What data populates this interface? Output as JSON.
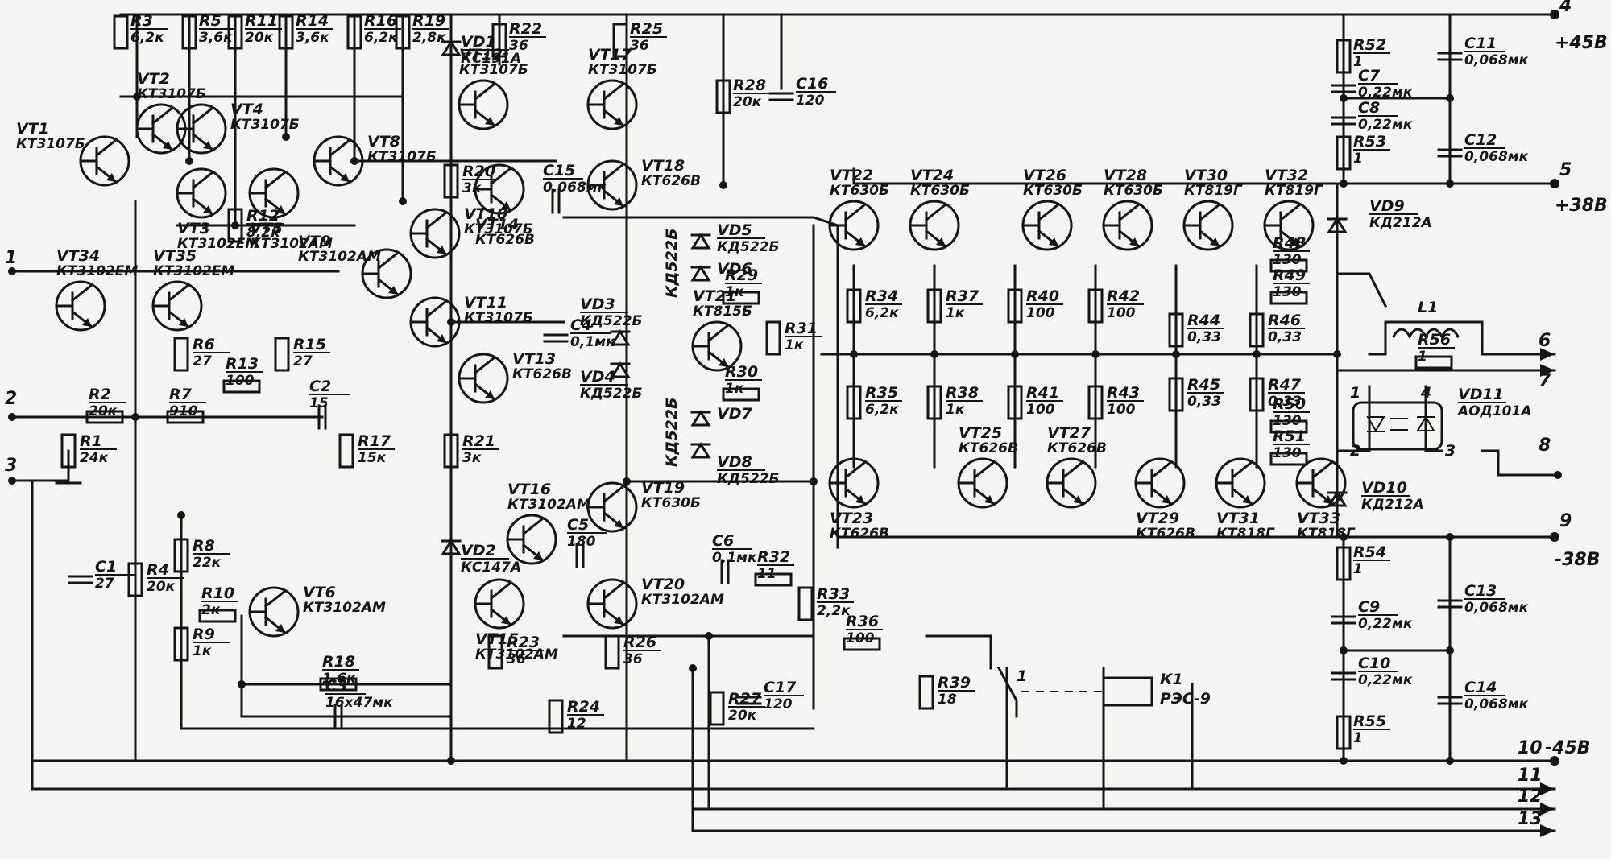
{
  "rails": {
    "pos45": {
      "pin": "4",
      "label": "+45В"
    },
    "pos38": {
      "pin": "5",
      "label": "+38В"
    },
    "neg38": {
      "pin": "9",
      "label": "-38В"
    },
    "neg45": {
      "pin": "10",
      "label": "-45В"
    }
  },
  "left_terminals": [
    "1",
    "2",
    "3"
  ],
  "right_terminals": [
    "6",
    "7",
    "8",
    "11",
    "12",
    "13"
  ],
  "transistors": [
    {
      "ref": "VT1",
      "part": "КТ3107Б"
    },
    {
      "ref": "VT2",
      "part": "КТ3107Б"
    },
    {
      "ref": "VT3",
      "part": "КТ3102ЕМ"
    },
    {
      "ref": "VT4",
      "part": "КТ3107Б"
    },
    {
      "ref": "VT5",
      "part": "КТ3102АМ"
    },
    {
      "ref": "VT6",
      "part": "КТ3102АМ"
    },
    {
      "ref": "VT8",
      "part": "КТ3107Б"
    },
    {
      "ref": "VT9",
      "part": "КТ3102АМ"
    },
    {
      "ref": "VT10",
      "part": "КТ3107Б"
    },
    {
      "ref": "VT11",
      "part": "КТ3107Б"
    },
    {
      "ref": "VT12",
      "part": "КТ3107Б"
    },
    {
      "ref": "VT13",
      "part": "КТ626В"
    },
    {
      "ref": "VT14",
      "part": "КТ626В"
    },
    {
      "ref": "VT15",
      "part": "КТ3102АМ"
    },
    {
      "ref": "VT16",
      "part": "КТ3102АМ"
    },
    {
      "ref": "VT17",
      "part": "КТ3107Б"
    },
    {
      "ref": "VT18",
      "part": "КТ626В"
    },
    {
      "ref": "VT19",
      "part": "КТ630Б"
    },
    {
      "ref": "VT20",
      "part": "КТ3102АМ"
    },
    {
      "ref": "VT21",
      "part": "КТ815Б"
    },
    {
      "ref": "VT22",
      "part": "КТ630Б"
    },
    {
      "ref": "VT23",
      "part": "КТ626В"
    },
    {
      "ref": "VT24",
      "part": "КТ630Б"
    },
    {
      "ref": "VT25",
      "part": "КТ626В"
    },
    {
      "ref": "VT26",
      "part": "КТ630Б"
    },
    {
      "ref": "VT27",
      "part": "КТ626В"
    },
    {
      "ref": "VT28",
      "part": "КТ630Б"
    },
    {
      "ref": "VT29",
      "part": "КТ626В"
    },
    {
      "ref": "VT30",
      "part": "КТ819Г"
    },
    {
      "ref": "VT31",
      "part": "КТ818Г"
    },
    {
      "ref": "VT32",
      "part": "КТ819Г"
    },
    {
      "ref": "VT33",
      "part": "КТ818Г"
    },
    {
      "ref": "VT34",
      "part": "КТ3102ЕМ"
    },
    {
      "ref": "VT35",
      "part": "КТ3102ЕМ"
    }
  ],
  "resistors": [
    {
      "ref": "R1",
      "value": "24к"
    },
    {
      "ref": "R2",
      "value": "20к"
    },
    {
      "ref": "R3",
      "value": "6,2к"
    },
    {
      "ref": "R4",
      "value": "20к"
    },
    {
      "ref": "R5",
      "value": "3,6к"
    },
    {
      "ref": "R6",
      "value": "27"
    },
    {
      "ref": "R7",
      "value": "910"
    },
    {
      "ref": "R8",
      "value": "22к"
    },
    {
      "ref": "R9",
      "value": "1к"
    },
    {
      "ref": "R10",
      "value": "2к"
    },
    {
      "ref": "R11",
      "value": "20к"
    },
    {
      "ref": "R12",
      "value": "8,2к"
    },
    {
      "ref": "R13",
      "value": "100"
    },
    {
      "ref": "R14",
      "value": "3,6к"
    },
    {
      "ref": "R15",
      "value": "27"
    },
    {
      "ref": "R16",
      "value": "6,2к"
    },
    {
      "ref": "R17",
      "value": "15к"
    },
    {
      "ref": "R18",
      "value": "1,6к"
    },
    {
      "ref": "R19",
      "value": "2,8к"
    },
    {
      "ref": "R20",
      "value": "3к"
    },
    {
      "ref": "R21",
      "value": "3к"
    },
    {
      "ref": "R22",
      "value": "36"
    },
    {
      "ref": "R23",
      "value": "36"
    },
    {
      "ref": "R24",
      "value": "12"
    },
    {
      "ref": "R25",
      "value": "36"
    },
    {
      "ref": "R26",
      "value": "36"
    },
    {
      "ref": "R27",
      "value": "20к"
    },
    {
      "ref": "R28",
      "value": "20к"
    },
    {
      "ref": "R29",
      "value": "1к"
    },
    {
      "ref": "R30",
      "value": "1к"
    },
    {
      "ref": "R31",
      "value": "1к"
    },
    {
      "ref": "R32",
      "value": "11"
    },
    {
      "ref": "R33",
      "value": "2,2к"
    },
    {
      "ref": "R34",
      "value": "6,2к"
    },
    {
      "ref": "R35",
      "value": "6,2к"
    },
    {
      "ref": "R36",
      "value": "100"
    },
    {
      "ref": "R37",
      "value": "1к"
    },
    {
      "ref": "R38",
      "value": "1к"
    },
    {
      "ref": "R39",
      "value": "18"
    },
    {
      "ref": "R40",
      "value": "100"
    },
    {
      "ref": "R41",
      "value": "100"
    },
    {
      "ref": "R42",
      "value": "100"
    },
    {
      "ref": "R43",
      "value": "100"
    },
    {
      "ref": "R44",
      "value": "0,33"
    },
    {
      "ref": "R45",
      "value": "0,33"
    },
    {
      "ref": "R46",
      "value": "0,33"
    },
    {
      "ref": "R47",
      "value": "0,33"
    },
    {
      "ref": "R48",
      "value": "130"
    },
    {
      "ref": "R49",
      "value": "130"
    },
    {
      "ref": "R50",
      "value": "130"
    },
    {
      "ref": "R51",
      "value": "130"
    },
    {
      "ref": "R52",
      "value": "1"
    },
    {
      "ref": "R53",
      "value": "1"
    },
    {
      "ref": "R54",
      "value": "1"
    },
    {
      "ref": "R55",
      "value": "1"
    },
    {
      "ref": "R56",
      "value": "1"
    }
  ],
  "capacitors": [
    {
      "ref": "C1",
      "value": "27"
    },
    {
      "ref": "C2",
      "value": "15"
    },
    {
      "ref": "C3",
      "value": "16х47мк"
    },
    {
      "ref": "C4",
      "value": "0,1мк"
    },
    {
      "ref": "C5",
      "value": "180"
    },
    {
      "ref": "C6",
      "value": "0,1мк"
    },
    {
      "ref": "C7",
      "value": "0,22мк"
    },
    {
      "ref": "C8",
      "value": "0,22мк"
    },
    {
      "ref": "C9",
      "value": "0,22мк"
    },
    {
      "ref": "C10",
      "value": "0,22мк"
    },
    {
      "ref": "C11",
      "value": "0,068мк"
    },
    {
      "ref": "C12",
      "value": "0,068мк"
    },
    {
      "ref": "C13",
      "value": "0,068мк"
    },
    {
      "ref": "C14",
      "value": "0,068мк"
    },
    {
      "ref": "C15",
      "value": "0,068мк"
    },
    {
      "ref": "C16",
      "value": "120"
    },
    {
      "ref": "C17",
      "value": "120"
    }
  ],
  "diodes": [
    {
      "ref": "VD1",
      "part": "КС191А"
    },
    {
      "ref": "VD2",
      "part": "КС147А"
    },
    {
      "ref": "VD3",
      "part": "КД522Б"
    },
    {
      "ref": "VD4",
      "part": "КД522Б"
    },
    {
      "ref": "VD5",
      "part": "КД522Б"
    },
    {
      "ref": "VD6",
      "part": ""
    },
    {
      "ref": "VD7",
      "part": ""
    },
    {
      "ref": "VD8",
      "part": "КД522Б"
    },
    {
      "ref": "VD9",
      "part": "КД212А"
    },
    {
      "ref": "VD10",
      "part": "КД212А"
    },
    {
      "ref": "VD11",
      "part": "АОД101А"
    }
  ],
  "diode_side_labels": [
    "КД522Б",
    "КД522Б"
  ],
  "others": {
    "L1": {
      "ref": "L1"
    },
    "K1": {
      "ref": "К1",
      "part": "РЭС-9"
    },
    "contact": "1",
    "opto_pins": [
      "1",
      "2",
      "3",
      "4"
    ]
  }
}
